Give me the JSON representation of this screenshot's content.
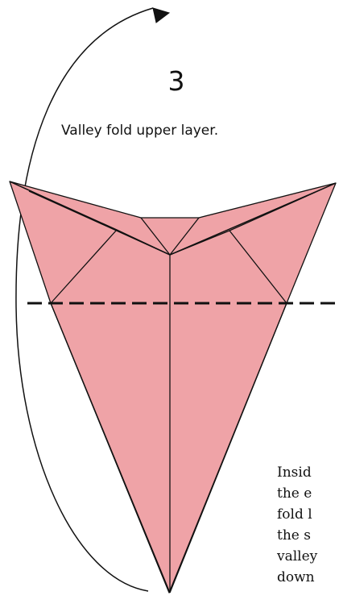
{
  "step": {
    "number": "3",
    "caption": "Valley fold upper layer."
  },
  "note": {
    "lines": [
      "Insid",
      "the e",
      "fold l",
      "the s",
      "valley",
      "down"
    ]
  },
  "colors": {
    "paper": "#efa3a7",
    "outline": "#111111",
    "fold_line": "#111111"
  },
  "icons": {
    "arrow": "curved-arrow-icon",
    "valley_line": "valley-fold-line"
  }
}
